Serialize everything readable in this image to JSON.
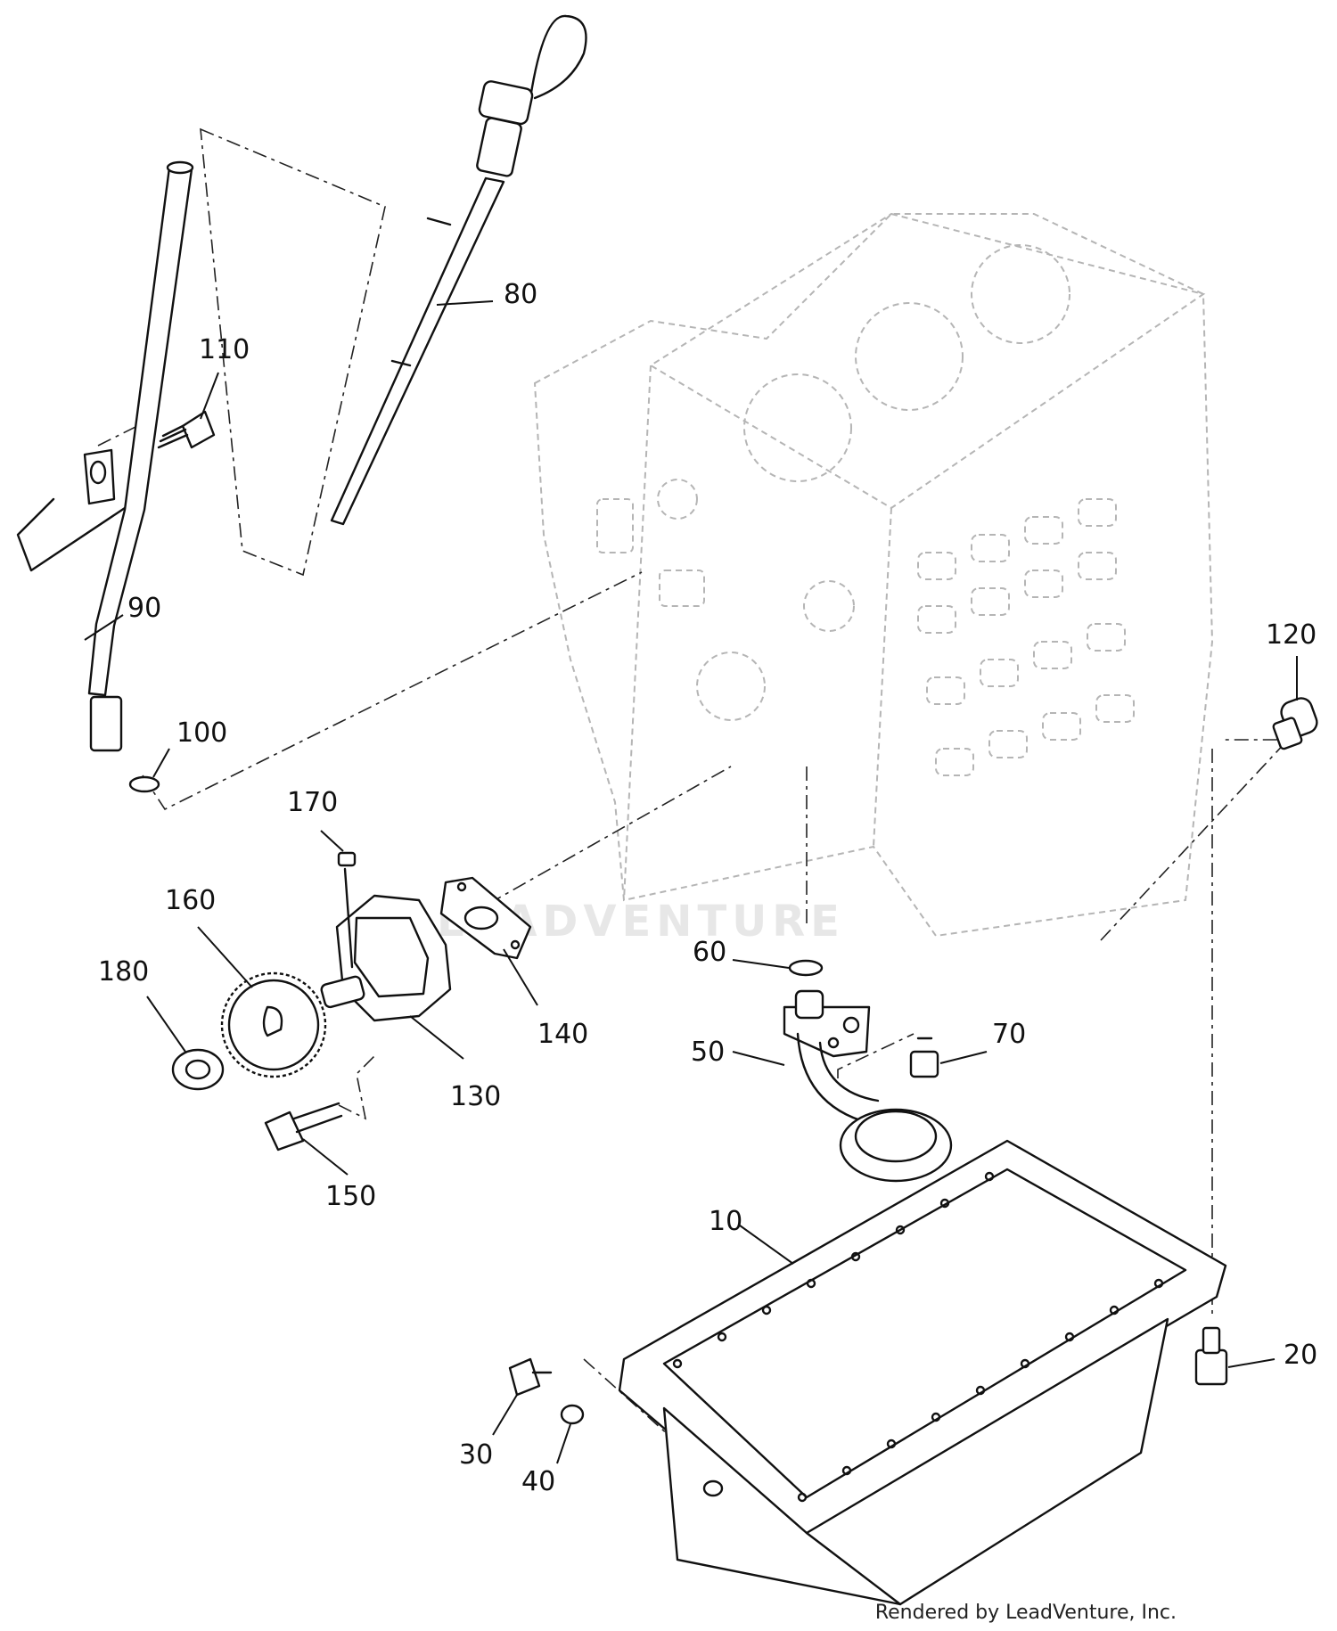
{
  "watermark": "LEADVENTURE",
  "footer": "Rendered by LeadVenture, Inc.",
  "callouts": {
    "c10": "10",
    "c20": "20",
    "c30": "30",
    "c40": "40",
    "c50": "50",
    "c60": "60",
    "c70": "70",
    "c80": "80",
    "c90": "90",
    "c100": "100",
    "c110": "110",
    "c120": "120",
    "c130": "130",
    "c140": "140",
    "c150": "150",
    "c160": "160",
    "c170": "170",
    "c180": "180"
  }
}
